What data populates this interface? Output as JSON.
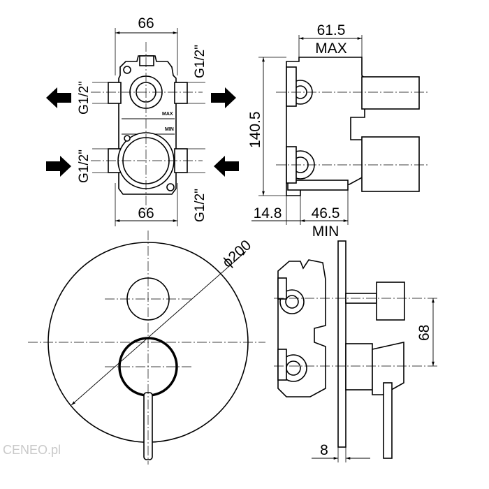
{
  "dimensions": {
    "top_width": "66",
    "bottom_width": "66",
    "thread_upper_left": "G1/2\"",
    "thread_upper_right": "G1/2\"",
    "thread_lower_left": "G1/2\"",
    "thread_lower_right": "G1/2\"",
    "max_depth": "61.5",
    "max_label": "MAX",
    "height": "140.5",
    "offset": "14.8",
    "min_depth": "46.5",
    "min_label": "MIN",
    "diameter": "ϕ200",
    "spacing": "68",
    "plate_thickness": "8"
  },
  "body_marks": {
    "max_mark": "MAX",
    "min_mark": "MIN"
  },
  "watermark": "CENEO.pl"
}
